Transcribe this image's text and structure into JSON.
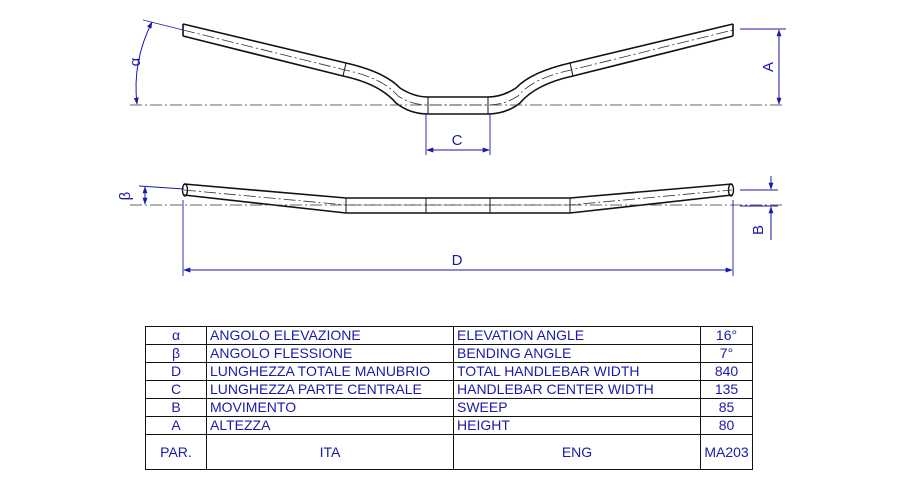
{
  "drawing": {
    "dim_labels": {
      "alpha": "α",
      "A": "A",
      "C": "C",
      "beta": "β",
      "B": "B",
      "D": "D"
    }
  },
  "table": {
    "rows": [
      {
        "par": "α",
        "ita": "ANGOLO ELEVAZIONE",
        "eng": "ELEVATION ANGLE",
        "value": "16°"
      },
      {
        "par": "β",
        "ita": "ANGOLO FLESSIONE",
        "eng": "BENDING ANGLE",
        "value": "7°"
      },
      {
        "par": "D",
        "ita": "LUNGHEZZA TOTALE MANUBRIO",
        "eng": "TOTAL HANDLEBAR WIDTH",
        "value": "840"
      },
      {
        "par": "C",
        "ita": "LUNGHEZZA PARTE CENTRALE",
        "eng": "HANDLEBAR CENTER WIDTH",
        "value": "135"
      },
      {
        "par": "B",
        "ita": "MOVIMENTO",
        "eng": "SWEEP",
        "value": "85"
      },
      {
        "par": "A",
        "ita": "ALTEZZA",
        "eng": "HEIGHT",
        "value": "80"
      }
    ],
    "footer": {
      "par": "PAR.",
      "ita": "ITA",
      "eng": "ENG",
      "code": "MA203"
    }
  },
  "colors": {
    "dimension": "#1a1aa8",
    "outline": "#111111",
    "centerline": "#333333"
  }
}
